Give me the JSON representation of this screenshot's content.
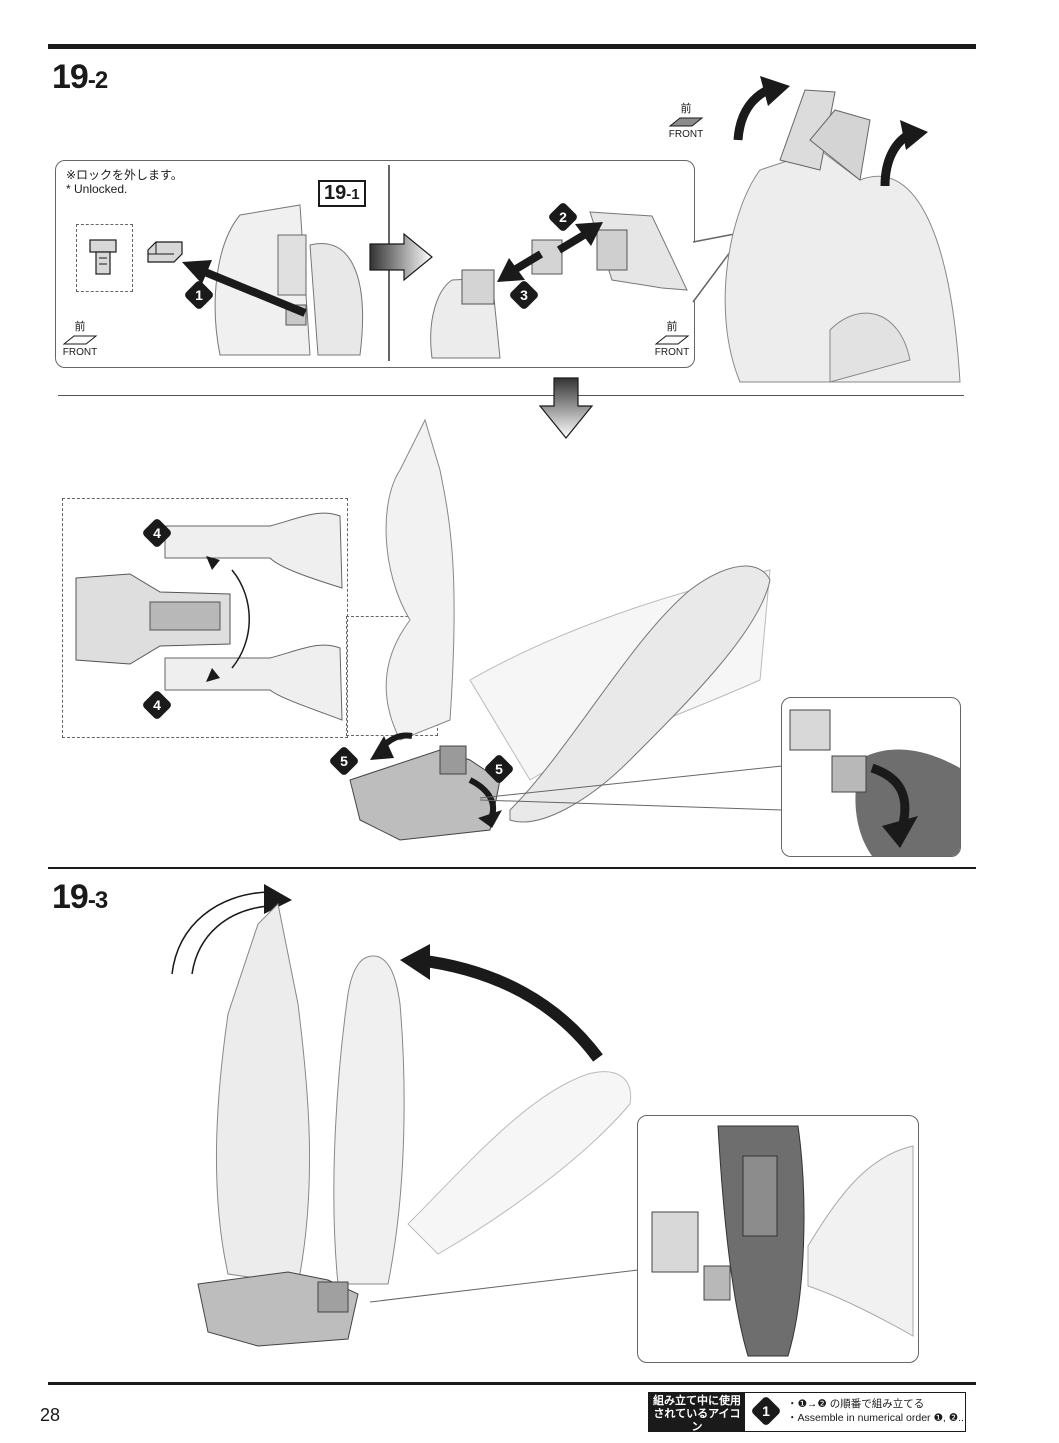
{
  "page": {
    "number": "28"
  },
  "step_19_2": {
    "title_main": "19",
    "title_sub": "-2",
    "note_jp": "※ロックを外します。",
    "note_en": "* Unlocked.",
    "ref_main": "19",
    "ref_sub": "-1",
    "front_kanji": "前",
    "front_label": "FRONT",
    "markers": [
      "1",
      "2",
      "3",
      "4",
      "4",
      "5",
      "5"
    ]
  },
  "step_19_3": {
    "title_main": "19",
    "title_sub": "-3"
  },
  "legend": {
    "title_line1": "組み立て中に使用",
    "title_line2": "されているアイコン",
    "title_line3": "Symbols used in instructions",
    "icon_number": "1",
    "desc_jp": "・❶→❷ の順番で組み立てる",
    "desc_en": "・Assemble in numerical order ❶, ❷..."
  },
  "colors": {
    "ink": "#1a1a1a",
    "part_gray": "#d8d8d8",
    "part_dark": "#8c8c8c",
    "accent_dark": "#6e6e6e"
  }
}
